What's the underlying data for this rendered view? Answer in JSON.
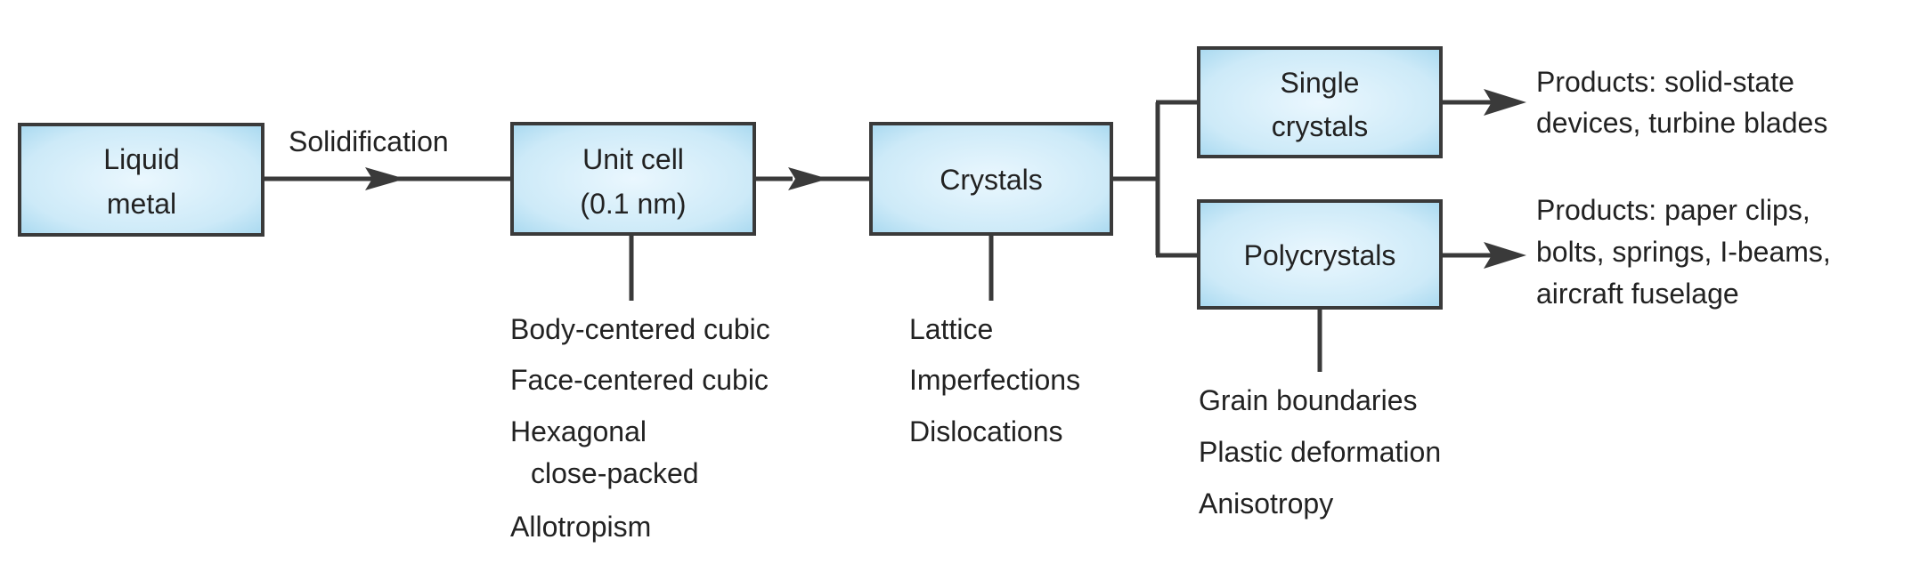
{
  "boxes": {
    "liquid_metal": [
      "Liquid",
      "metal"
    ],
    "unit_cell": [
      "Unit cell",
      "(0.1 nm)"
    ],
    "crystals": [
      "Crystals"
    ],
    "single_crystals": [
      "Single",
      "crystals"
    ],
    "polycrystals": [
      "Polycrystals"
    ]
  },
  "edge_labels": {
    "solidification": "Solidification"
  },
  "unit_cell_items": [
    "Body-centered cubic",
    "Face-centered cubic",
    "Hexagonal",
    "close-packed",
    "Allotropism"
  ],
  "crystals_items": [
    "Lattice",
    "Imperfections",
    "Dislocations"
  ],
  "polycrystals_items": [
    "Grain boundaries",
    "Plastic deformation",
    "Anisotropy"
  ],
  "products": {
    "single": [
      "Products: solid-state",
      "devices, turbine blades"
    ],
    "poly": [
      "Products: paper clips,",
      "bolts, springs, I-beams,",
      "aircraft fuselage"
    ]
  },
  "colors": {
    "box_fill_light": "#e6f5fd",
    "box_fill_dark": "#a9d9f0",
    "stroke": "#3a3a3a"
  }
}
